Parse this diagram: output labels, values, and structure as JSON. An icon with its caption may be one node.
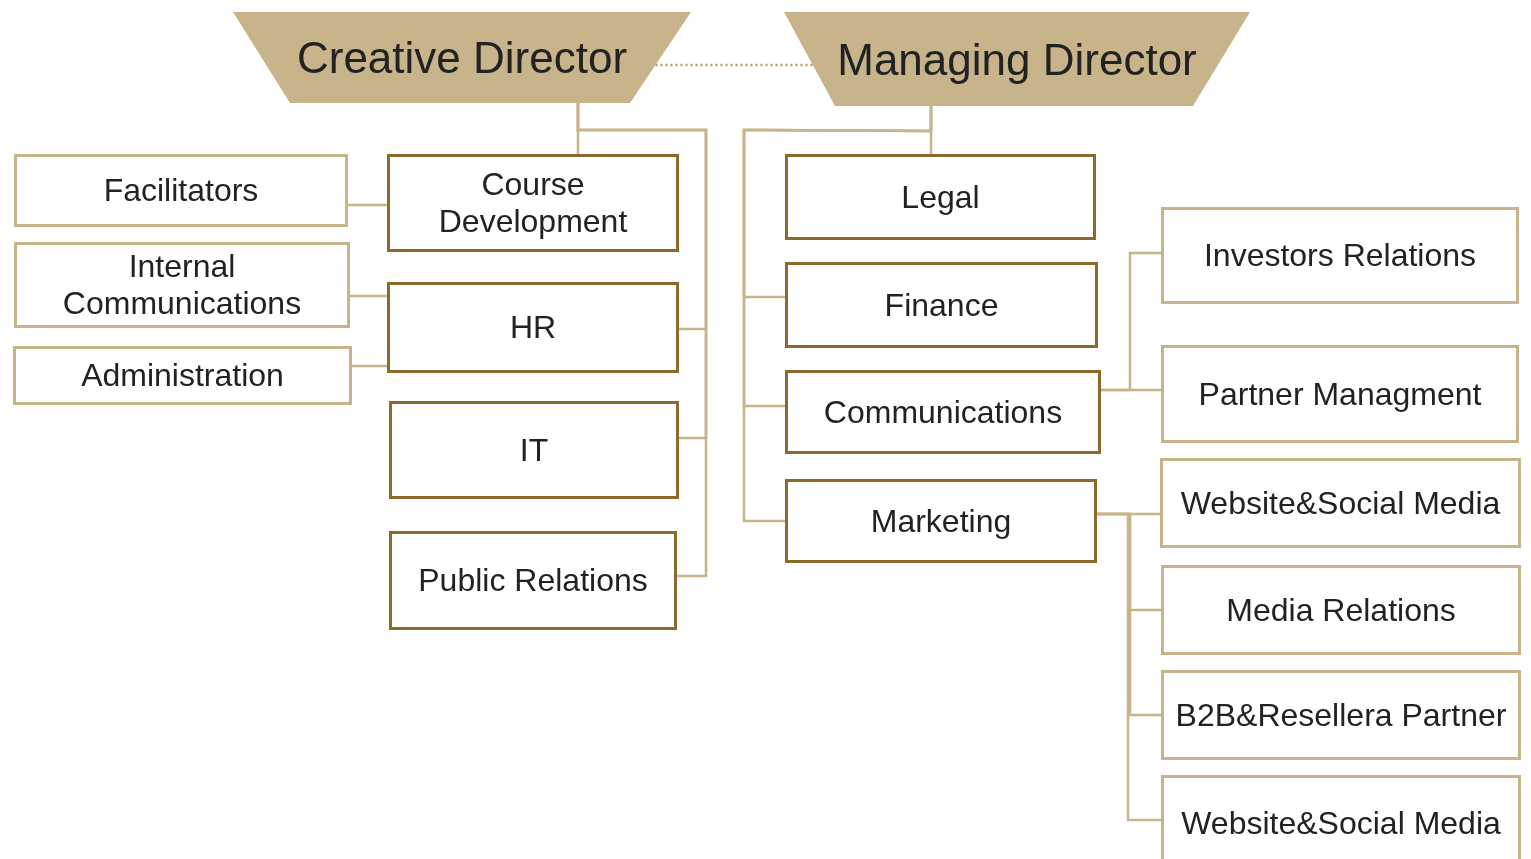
{
  "diagram": {
    "nodes": [
      {
        "text": [
          "Creative Director"
        ]
      },
      {
        "text": [
          "Managing Director"
        ]
      },
      {
        "text": [
          "Facilitators"
        ]
      },
      {
        "text": [
          "Internal Communications"
        ]
      },
      {
        "text": [
          "Administration"
        ]
      },
      {
        "text": [
          "Course Development"
        ]
      },
      {
        "text": [
          "HR"
        ]
      },
      {
        "text": [
          "IT"
        ]
      },
      {
        "text": [
          "Public Relations"
        ]
      },
      {
        "text": [
          "Legal"
        ]
      },
      {
        "text": [
          "Finance"
        ]
      },
      {
        "text": [
          "Communications"
        ]
      },
      {
        "text": [
          "Marketing"
        ]
      },
      {
        "text": [
          "Investors Relations"
        ]
      },
      {
        "text": [
          "Partner Managment"
        ]
      },
      {
        "text": [
          "Website&Social Media"
        ]
      },
      {
        "text": [
          "Media Relations"
        ]
      },
      {
        "text": [
          "B2B&Resellera Partner"
        ]
      },
      {
        "text": [
          "Website&Social Media"
        ]
      }
    ],
    "edges": [
      {
        "from": 0,
        "to": 1,
        "arrow": "none",
        "style": "dashed"
      },
      {
        "from": 0,
        "to": 5,
        "arrow": "none"
      },
      {
        "from": 0,
        "to": 6,
        "arrow": "none"
      },
      {
        "from": 0,
        "to": 7,
        "arrow": "none"
      },
      {
        "from": 0,
        "to": 8,
        "arrow": "none"
      },
      {
        "from": 2,
        "to": 5,
        "arrow": "none"
      },
      {
        "from": 3,
        "to": 6,
        "arrow": "none"
      },
      {
        "from": 4,
        "to": 6,
        "arrow": "none"
      },
      {
        "from": 1,
        "to": 9,
        "arrow": "none"
      },
      {
        "from": 1,
        "to": 10,
        "arrow": "none"
      },
      {
        "from": 1,
        "to": 11,
        "arrow": "none"
      },
      {
        "from": 1,
        "to": 12,
        "arrow": "none"
      },
      {
        "from": 11,
        "to": 13,
        "arrow": "none"
      },
      {
        "from": 11,
        "to": 14,
        "arrow": "none"
      },
      {
        "from": 12,
        "to": 15,
        "arrow": "none"
      },
      {
        "from": 12,
        "to": 16,
        "arrow": "none"
      },
      {
        "from": 12,
        "to": 17,
        "arrow": "none"
      },
      {
        "from": 12,
        "to": 18,
        "arrow": "none"
      }
    ]
  }
}
